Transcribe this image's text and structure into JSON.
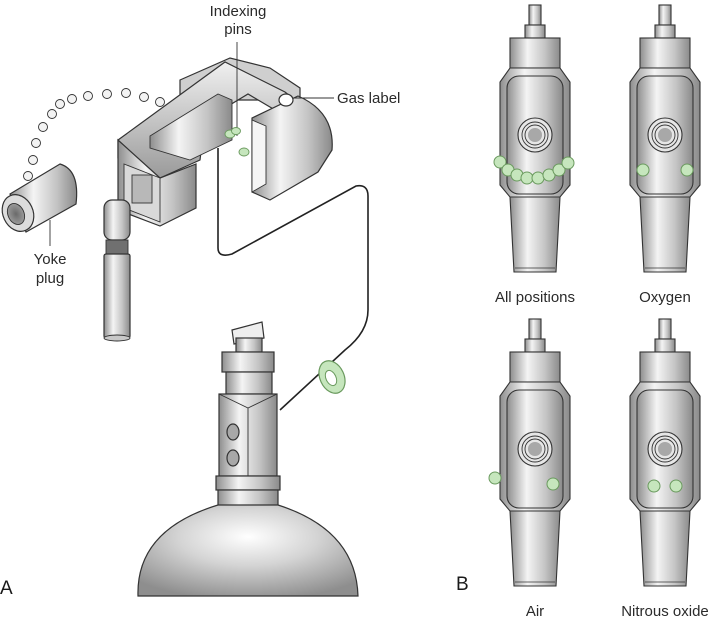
{
  "figure": {
    "panel_a": {
      "label": "A",
      "callouts": {
        "indexing_pins_line1": "Indexing",
        "indexing_pins_line2": "pins",
        "gas_label": "Gas label",
        "yoke_plug_line1": "Yoke",
        "yoke_plug_line2": "plug"
      }
    },
    "panel_b": {
      "label": "B",
      "valves": [
        {
          "caption": "All positions",
          "pin_config": "all"
        },
        {
          "caption": "Oxygen",
          "pin_config": "2-5"
        },
        {
          "caption": "Air",
          "pin_config": "1-5"
        },
        {
          "caption": "Nitrous oxide",
          "pin_config": "3-5"
        }
      ]
    },
    "colors": {
      "pin_green": "#c6e6bd",
      "pin_green_stroke": "#6a9a5e",
      "metal_light": "#f2f2f2",
      "metal_mid": "#b9b9b9",
      "metal_dark": "#8a8a8a",
      "outline": "#333333"
    }
  }
}
